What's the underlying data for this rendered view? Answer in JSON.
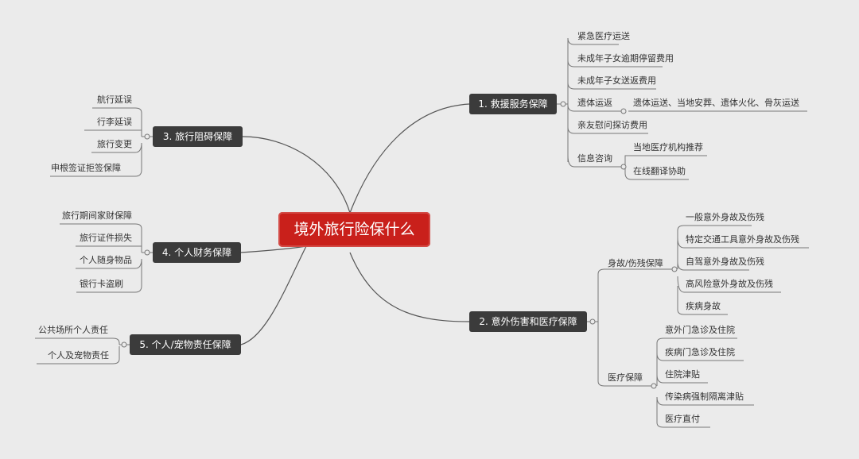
{
  "center": "境外旅行险保什么",
  "branches": {
    "b1": {
      "title": "1. 救援服务保障",
      "items": [
        "紧急医疗运送",
        "未成年子女逾期停留费用",
        "未成年子女送返费用",
        "遗体运返",
        "亲友慰问探访费用",
        "信息咨询"
      ],
      "sub_remains": "遗体运送、当地安葬、遗体火化、骨灰运送",
      "sub_info": [
        "当地医疗机构推荐",
        "在线翻译协助"
      ]
    },
    "b2": {
      "title": "2. 意外伤害和医疗保障",
      "groups": [
        "身故/伤残保障",
        "医疗保障"
      ],
      "death_items": [
        "一般意外身故及伤残",
        "特定交通工具意外身故及伤残",
        "自驾意外身故及伤残",
        "高风险意外身故及伤残",
        "疾病身故"
      ],
      "medical_items": [
        "意外门急诊及住院",
        "疾病门急诊及住院",
        "住院津贴",
        "传染病强制隔离津贴",
        "医疗直付"
      ]
    },
    "b3": {
      "title": "3. 旅行阻碍保障",
      "items": [
        "航行延误",
        "行李延误",
        "旅行变更",
        "申根签证拒签保障"
      ]
    },
    "b4": {
      "title": "4. 个人财务保障",
      "items": [
        "旅行期间家财保障",
        "旅行证件损失",
        "个人随身物品",
        "银行卡盗刷"
      ]
    },
    "b5": {
      "title": "5. 个人/宠物责任保障",
      "items": [
        "公共场所个人责任",
        "个人及宠物责任"
      ]
    }
  },
  "colors": {
    "center_fill": "#c9201b",
    "branch_fill": "#3b3b3b",
    "line": "#555555",
    "background": "#ebebeb"
  }
}
